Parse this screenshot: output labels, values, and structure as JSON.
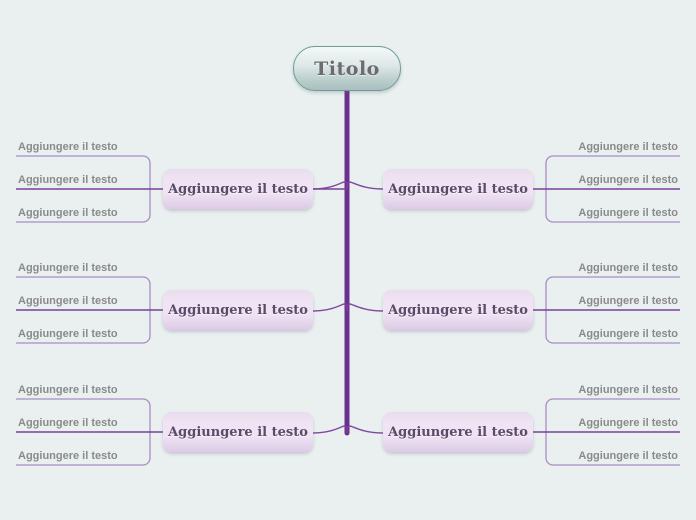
{
  "diagram": {
    "type": "mind-map",
    "language": "it",
    "background_color": "#e9f0ef",
    "accent_color": "#6b2f8f",
    "leaf_text_color": "#8a8a8a",
    "node_fill_color": "#efe2f3",
    "title_fill_color": "#cddedc"
  },
  "title_node": {
    "label": "Titolo"
  },
  "branches": [
    {
      "side": "left",
      "row": 1,
      "label": "Aggiungere il testo",
      "leaves": [
        {
          "label": "Aggiungere il testo"
        },
        {
          "label": "Aggiungere il testo"
        },
        {
          "label": "Aggiungere il testo"
        }
      ]
    },
    {
      "side": "left",
      "row": 2,
      "label": "Aggiungere il testo",
      "leaves": [
        {
          "label": "Aggiungere il testo"
        },
        {
          "label": "Aggiungere il testo"
        },
        {
          "label": "Aggiungere il testo"
        }
      ]
    },
    {
      "side": "left",
      "row": 3,
      "label": "Aggiungere il testo",
      "leaves": [
        {
          "label": "Aggiungere il testo"
        },
        {
          "label": "Aggiungere il testo"
        },
        {
          "label": "Aggiungere il testo"
        }
      ]
    },
    {
      "side": "right",
      "row": 1,
      "label": "Aggiungere il testo",
      "leaves": [
        {
          "label": "Aggiungere il testo"
        },
        {
          "label": "Aggiungere il testo"
        },
        {
          "label": "Aggiungere il testo"
        }
      ]
    },
    {
      "side": "right",
      "row": 2,
      "label": "Aggiungere il testo",
      "leaves": [
        {
          "label": "Aggiungere il testo"
        },
        {
          "label": "Aggiungere il testo"
        },
        {
          "label": "Aggiungere il testo"
        }
      ]
    },
    {
      "side": "right",
      "row": 3,
      "label": "Aggiungere il testo",
      "leaves": [
        {
          "label": "Aggiungere il testo"
        },
        {
          "label": "Aggiungere il testo"
        },
        {
          "label": "Aggiungere il testo"
        }
      ]
    }
  ]
}
